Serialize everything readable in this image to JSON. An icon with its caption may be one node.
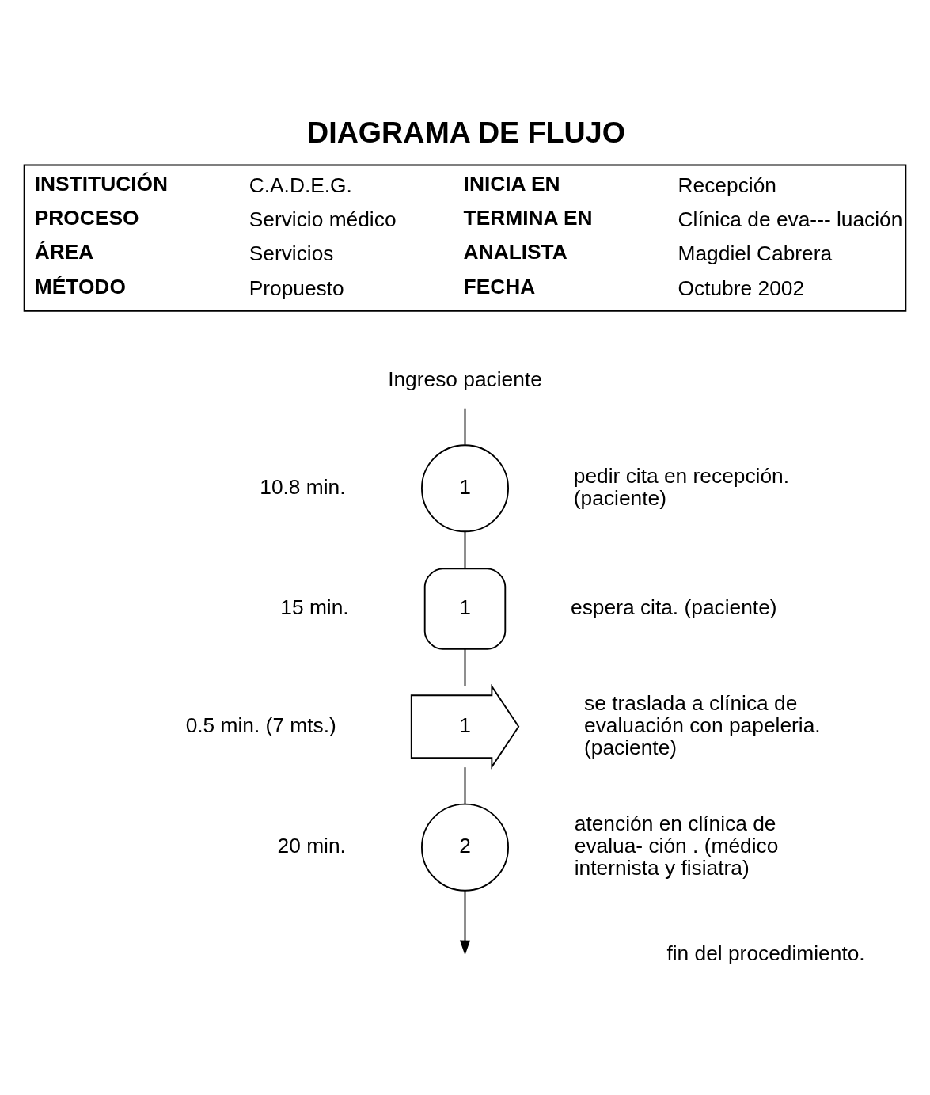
{
  "diagram": {
    "title": "DIAGRAMA DE FLUJO",
    "nodes": [
      {
        "text": [
          "Ingreso paciente"
        ]
      },
      {
        "text": [
          "1"
        ],
        "beside": [
          "10.8 min.",
          "pedir cita en recepción. (paciente)"
        ]
      },
      {
        "text": [
          "1"
        ],
        "beside": [
          "15 min.",
          "espera cita. (paciente)"
        ]
      },
      {
        "text": [
          "1"
        ],
        "beside": [
          "0.5 min. (7 mts.)",
          "se traslada a clínica de evaluación con papeleria. (paciente)"
        ]
      },
      {
        "text": [
          "2"
        ],
        "beside": [
          "20 min.",
          "atención en clínica de evalua- ción . (médico internista y fisiatra)"
        ]
      }
    ],
    "edges": [
      {
        "from": 0,
        "to": 1,
        "arrow": "none"
      },
      {
        "from": 1,
        "to": 2,
        "arrow": "none"
      },
      {
        "from": 2,
        "to": 3,
        "arrow": "none"
      },
      {
        "from": 3,
        "to": 4,
        "arrow": "none"
      },
      {
        "from": 4,
        "to": null,
        "arrow": "to"
      }
    ],
    "labels": [
      "INSTITUCIÓN",
      "C.A.D.E.G.",
      "INICIA EN",
      "Recepción",
      "PROCESO",
      "Servicio médico",
      "TERMINA EN",
      "Clínica de eva--- luación",
      "ÁREA",
      "Servicios",
      "ANALISTA",
      "Magdiel Cabrera",
      "MÉTODO",
      "Propuesto",
      "FECHA",
      "Octubre 2002",
      "fin del procedimiento."
    ]
  }
}
